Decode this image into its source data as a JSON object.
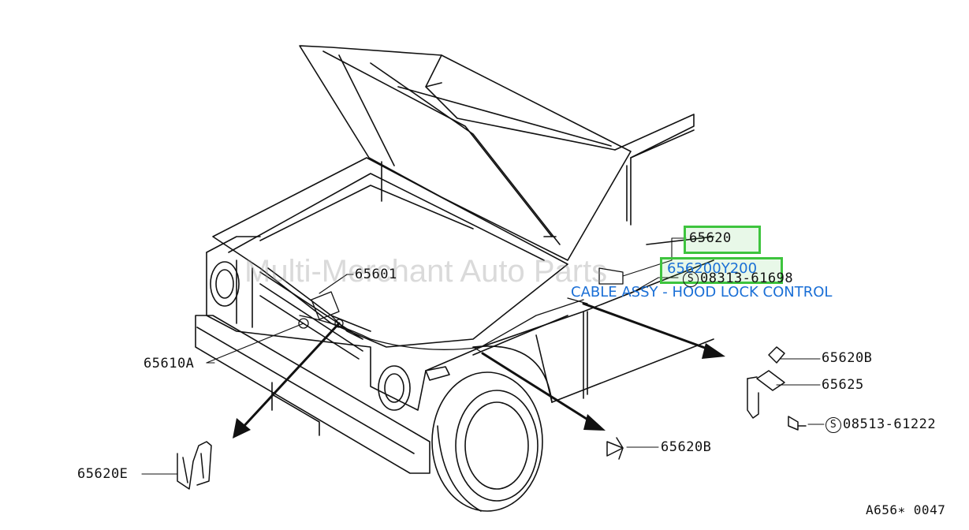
{
  "watermark": "Multi-Merchant Auto Parts",
  "highlight": {
    "part_main": "65620",
    "part_selected": "656200Y200",
    "description": "CABLE ASSY - HOOD LOCK CONTROL"
  },
  "callouts": {
    "c65601": "65601",
    "c08313_s": "S",
    "c08313": "08313-61698",
    "c65610A": "65610A",
    "c65620B_top": "65620B",
    "c65625": "65625",
    "c08513_s": "S",
    "c08513": "08513-61222",
    "c65620B_mid": "65620B",
    "c65620E": "65620E"
  },
  "diagram_code": "A656∗ 0047",
  "colors": {
    "highlight_border": "#3ec43e",
    "link_blue": "#1a6fd6",
    "line": "#111111"
  }
}
